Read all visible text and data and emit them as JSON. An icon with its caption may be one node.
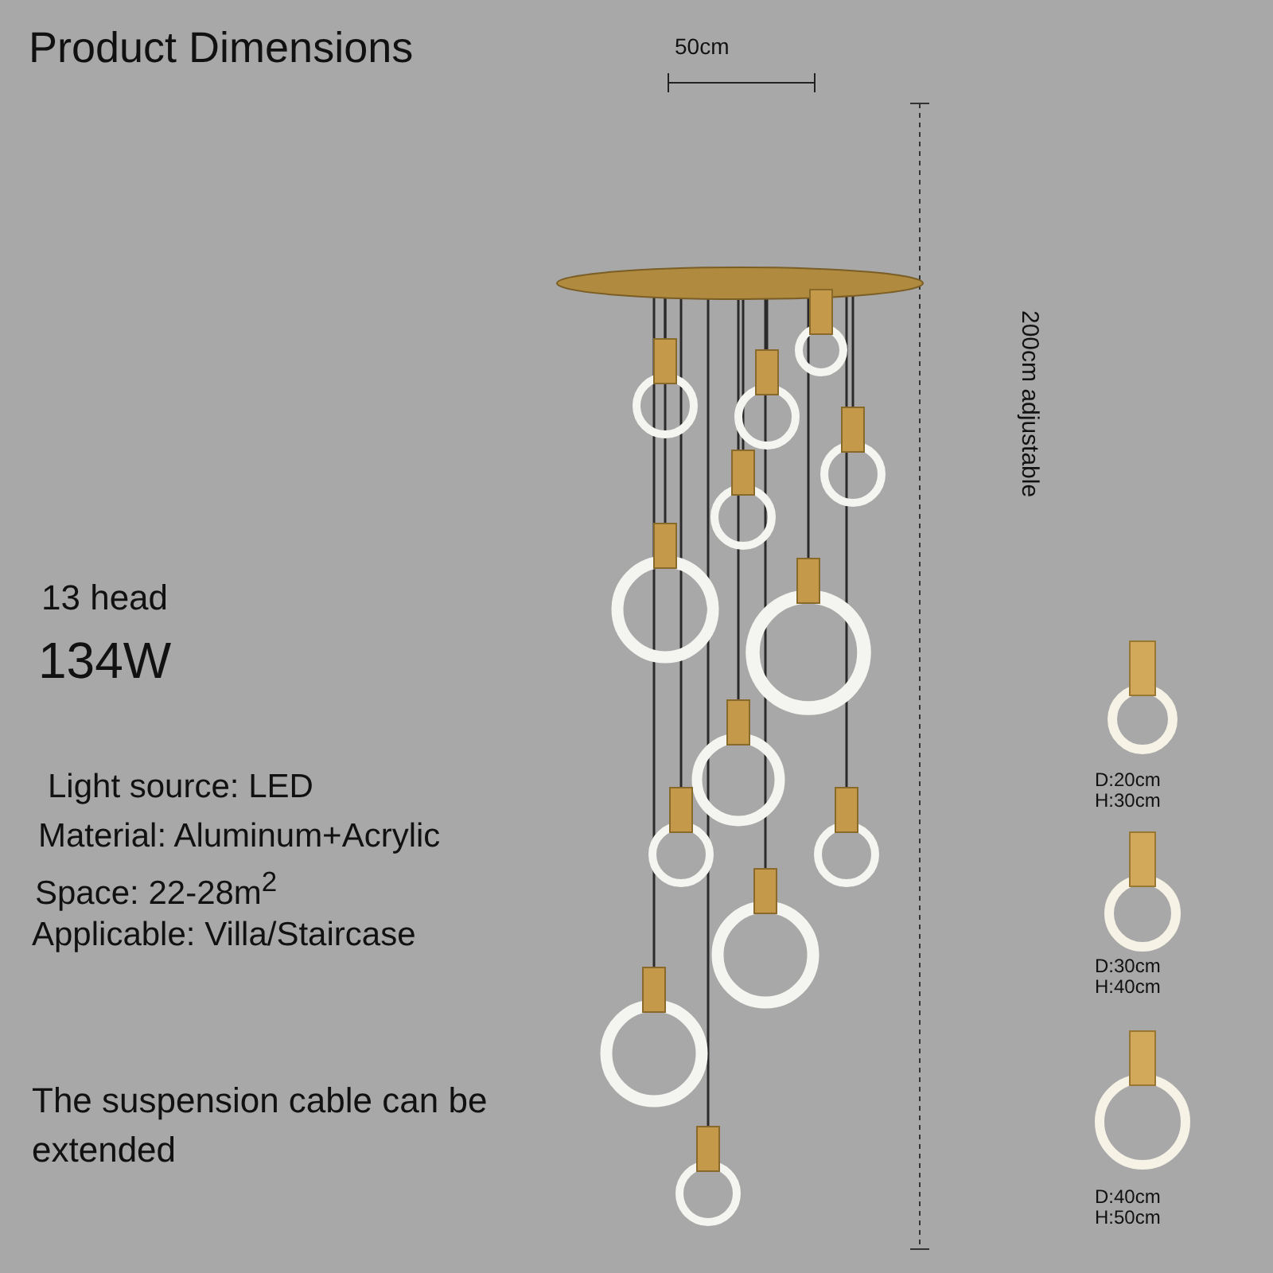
{
  "diagram": {
    "title": "Product Dimensions",
    "labels": [
      "50cm",
      "200cm adjustable",
      "13 head",
      "134W",
      "Light source: LED",
      "Material: Aluminum+Acrylic",
      "Space: 22-28m$^{2}$",
      "Applicable: Villa/Staircase",
      "The suspension cable can be extended",
      "D:20cm",
      "H:30cm",
      "D:30cm",
      "H:40cm",
      "D:40cm",
      "H:50cm"
    ]
  }
}
